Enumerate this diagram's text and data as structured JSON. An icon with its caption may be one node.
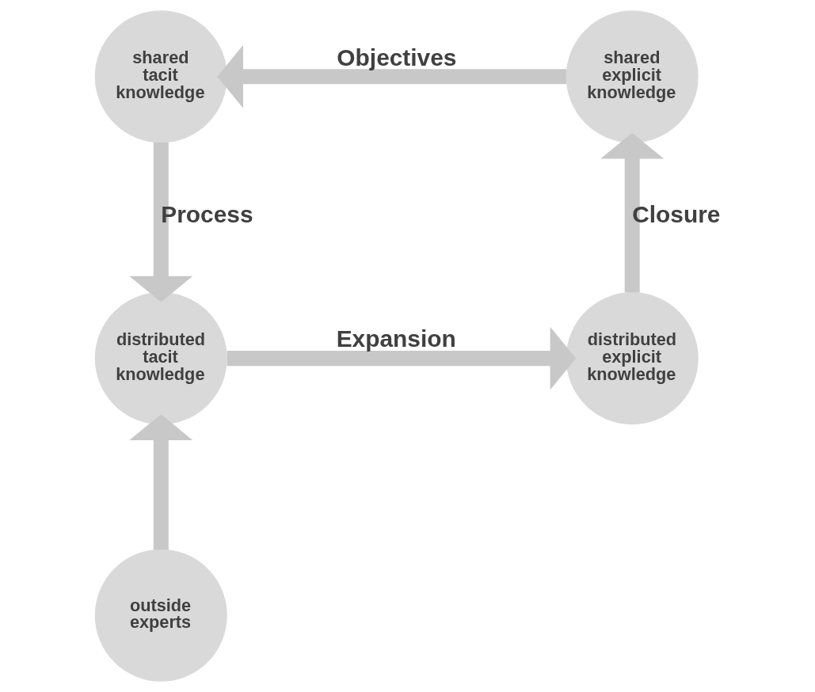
{
  "diagram": {
    "nodes": [
      {
        "text": [
          "shared tacit knowledge"
        ]
      },
      {
        "text": [
          "shared explicit knowledge"
        ]
      },
      {
        "text": [
          "distributed tacit knowledge"
        ]
      },
      {
        "text": [
          "distributed explicit knowledge"
        ]
      },
      {
        "text": [
          "outside experts"
        ]
      }
    ],
    "edges": [
      {
        "from": 1,
        "to": 0,
        "label": "Objectives",
        "arrow": "to"
      },
      {
        "from": 0,
        "to": 2,
        "label": "Process",
        "arrow": "to"
      },
      {
        "from": 2,
        "to": 3,
        "label": "Expansion",
        "arrow": "to"
      },
      {
        "from": 3,
        "to": 1,
        "label": "Closure",
        "arrow": "to"
      },
      {
        "from": 4,
        "to": 2,
        "arrow": "to"
      }
    ]
  }
}
